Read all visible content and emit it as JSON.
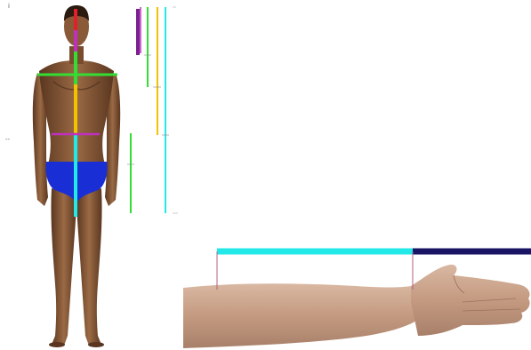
{
  "labels": {
    "corner_mark": "i",
    "side_tick": "--"
  },
  "colors": {
    "background": "#ffffff",
    "skin": "#8a5a38",
    "skin_dark": "#5e3a22",
    "skin_light": "#a87650",
    "hair": "#2a1a10",
    "briefs": "#1a2ed6",
    "line_red": "#e0202a",
    "line_magenta": "#c030c0",
    "line_green": "#33dd33",
    "line_yellow": "#f2c200",
    "line_cyan": "#22e8e8",
    "line_navy": "#1a1464",
    "line_purple": "#7a2090",
    "arm_skin": "#c9a48c",
    "arm_skin_light": "#e2c6b2",
    "arm_skin_dark": "#a9826a"
  },
  "icons": {
    "body": "standing-male-figure",
    "arm": "forearm-and-hand"
  }
}
